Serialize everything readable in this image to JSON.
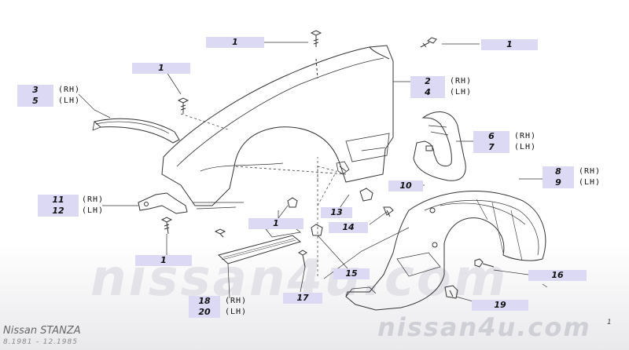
{
  "branding": {
    "watermark_center": "nissan4u.com",
    "watermark_corner": "nissan4u.com",
    "model": "Nissan STANZA",
    "years": "8.1981 – 12.1985",
    "page_mark": "1"
  },
  "callouts": [
    {
      "id": "c1a",
      "num": "1"
    },
    {
      "id": "c1b",
      "num": "1"
    },
    {
      "id": "c1c",
      "num": "1"
    },
    {
      "id": "c1d",
      "num": "1"
    },
    {
      "id": "c1e",
      "num": "1"
    },
    {
      "id": "c2",
      "num": "2",
      "side": "(RH)"
    },
    {
      "id": "c4",
      "num": "4",
      "side": "(LH)"
    },
    {
      "id": "c3",
      "num": "3",
      "side": "(RH)"
    },
    {
      "id": "c5",
      "num": "5",
      "side": "(LH)"
    },
    {
      "id": "c6",
      "num": "6",
      "side": "(RH)"
    },
    {
      "id": "c7",
      "num": "7",
      "side": "(LH)"
    },
    {
      "id": "c8",
      "num": "8",
      "side": "(RH)"
    },
    {
      "id": "c9",
      "num": "9",
      "side": "(LH)"
    },
    {
      "id": "c10",
      "num": "10"
    },
    {
      "id": "c11",
      "num": "11",
      "side": "(RH)"
    },
    {
      "id": "c12",
      "num": "12",
      "side": "(LH)"
    },
    {
      "id": "c13",
      "num": "13"
    },
    {
      "id": "c14",
      "num": "14"
    },
    {
      "id": "c15",
      "num": "15"
    },
    {
      "id": "c16",
      "num": "16"
    },
    {
      "id": "c17",
      "num": "17"
    },
    {
      "id": "c18",
      "num": "18",
      "side": "(RH)"
    },
    {
      "id": "c20",
      "num": "20",
      "side": "(LH)"
    },
    {
      "id": "c19",
      "num": "19"
    }
  ],
  "colors": {
    "label_bg": "#dcd9f5",
    "line": "#333333",
    "watermark": "#d6d6dc"
  }
}
